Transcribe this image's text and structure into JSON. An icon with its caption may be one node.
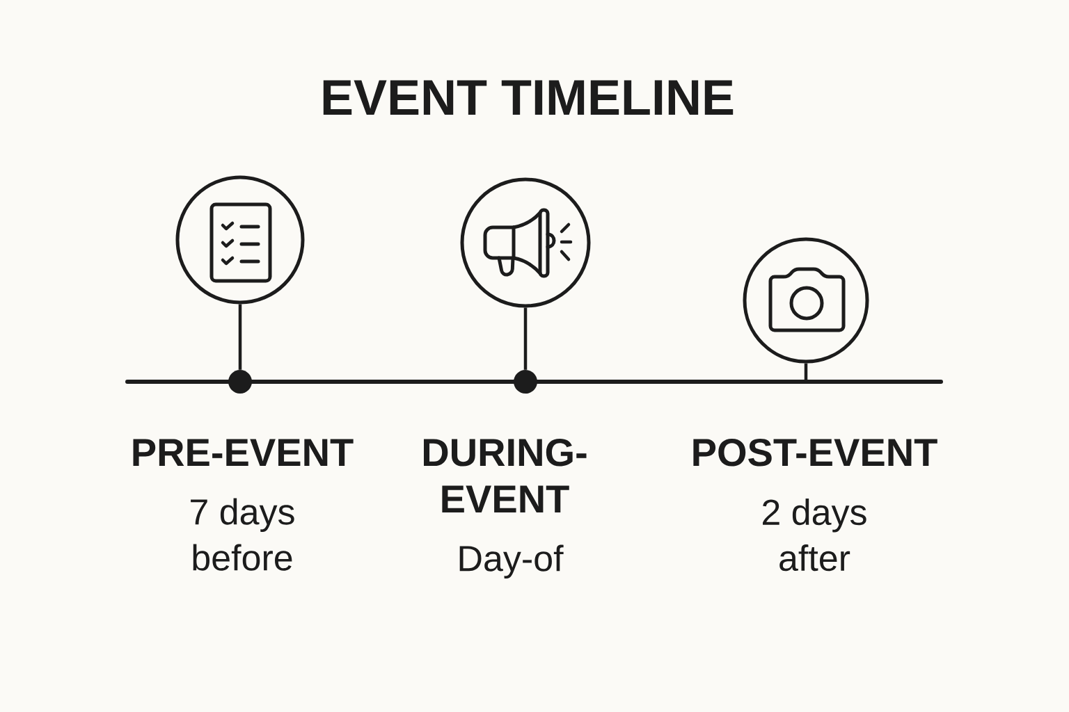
{
  "diagram": {
    "title": "EVENT TIMELINE",
    "nodes": [
      {
        "text": [],
        "shape": "circle"
      },
      {
        "text": [],
        "shape": "circle"
      },
      {
        "text": [],
        "shape": "circle"
      },
      {
        "text": [],
        "shape": "circle"
      },
      {
        "text": [],
        "shape": "circle"
      }
    ],
    "edges": [
      {
        "from": 0,
        "to": 3,
        "arrow": "none"
      },
      {
        "from": 1,
        "to": 4,
        "arrow": "none"
      },
      {
        "from": 2,
        "to": null,
        "arrow": "none"
      }
    ],
    "labels": [
      "PRE-EVENT",
      "7 days before",
      "DURING-EVENT",
      "Day-of",
      "POST-EVENT",
      "2 days after"
    ]
  }
}
